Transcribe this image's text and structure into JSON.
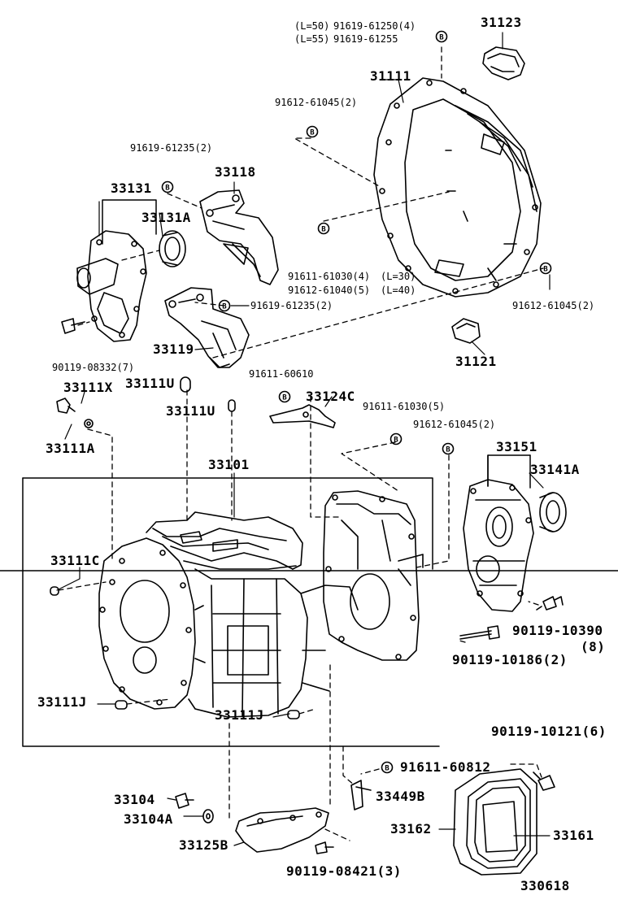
{
  "labels": {
    "l_50": "(L=50)",
    "l_55": "(L=55)",
    "b_91619_61250": "91619-61250(4)",
    "b_91619_61255": "91619-61255",
    "p_31123": "31123",
    "p_31111": "31111",
    "b_91612_61045_top": "91612-61045(2)",
    "b_91619_61235_top": "91619-61235(2)",
    "p_33118": "33118",
    "p_33131": "33131",
    "p_33131A": "33131A",
    "b_91611_61030_4": "91611-61030(4)",
    "l_30": "(L=30)",
    "b_91612_61040": "91612-61040(5)",
    "l_40": "(L=40)",
    "b_91619_61235_mid": "91619-61235(2)",
    "b_91612_61045_right": "91612-61045(2)",
    "p_33119": "33119",
    "p_31121": "31121",
    "b_90119_08332": "90119-08332(7)",
    "p_33111X": "33111X",
    "p_33111U_1": "33111U",
    "b_91611_60610": "91611-60610",
    "p_33124C": "33124C",
    "p_33111U_2": "33111U",
    "b_91611_61030_5": "91611-61030(5)",
    "p_33111A": "33111A",
    "b_91612_61045_low": "91612-61045(2)",
    "p_33151": "33151",
    "p_33141A": "33141A",
    "p_33101": "33101",
    "p_33111C": "33111C",
    "b_90119_10390": "90119-10390",
    "q_8": "(8)",
    "b_90119_10186": "90119-10186(2)",
    "p_33111J_1": "33111J",
    "p_33111J_2": "33111J",
    "b_90119_10121": "90119-10121(6)",
    "b_91611_60812": "91611-60812",
    "p_33449B": "33449B",
    "p_33104": "33104",
    "p_33104A": "33104A",
    "p_33162": "33162",
    "p_33161": "33161",
    "p_33125B": "33125B",
    "b_90119_08421": "90119-08421(3)",
    "fig_no": "330618"
  },
  "markers": {
    "b_symbol": "B"
  },
  "colors": {
    "ink": "#000000",
    "paper": "#ffffff"
  }
}
